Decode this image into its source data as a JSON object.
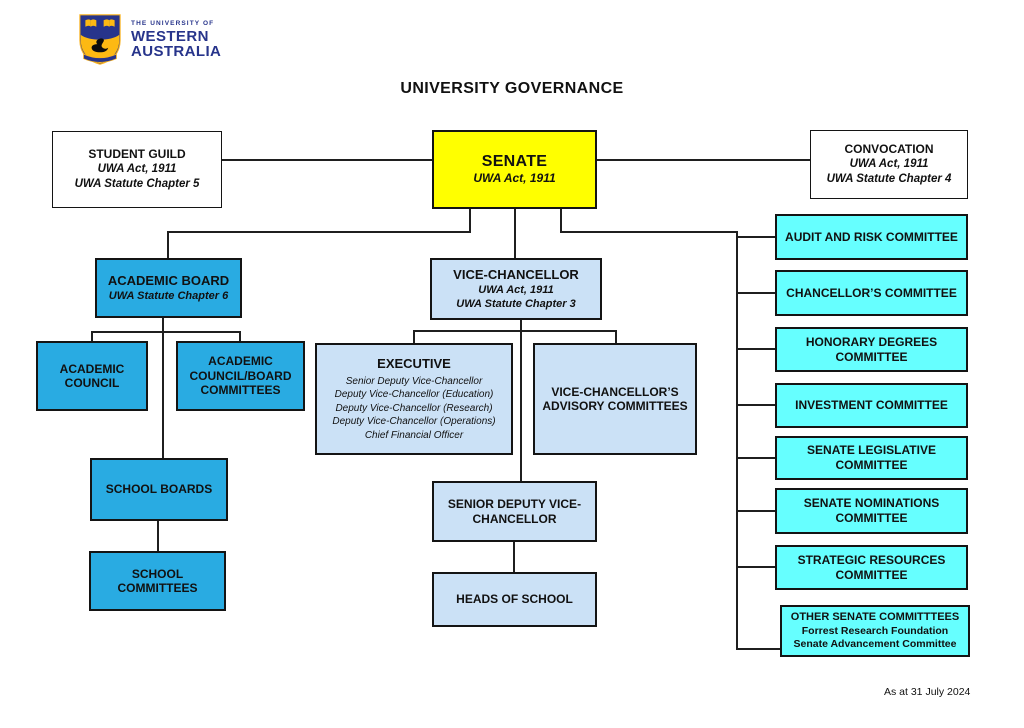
{
  "logo": {
    "line1": "THE UNIVERSITY OF",
    "line2": "WESTERN",
    "line3": "AUSTRALIA"
  },
  "title": "UNIVERSITY GOVERNANCE",
  "footer": "As at 31 July 2024",
  "colors": {
    "senate_yellow": "#FFFF00",
    "academic_blue": "#29ABE2",
    "executive_light_blue": "#CBE1F6",
    "committee_cyan": "#66FFFF",
    "logo_blue": "#27348B",
    "line_black": "#1F1F1F"
  },
  "nodes": {
    "student_guild": {
      "title": "STUDENT GUILD",
      "sub1": "UWA Act, 1911",
      "sub2": "UWA Statute Chapter 5"
    },
    "senate": {
      "title": "SENATE",
      "sub1": "UWA Act, 1911"
    },
    "convocation": {
      "title": "CONVOCATION",
      "sub1": "UWA Act, 1911",
      "sub2": "UWA Statute Chapter 4"
    },
    "academic_board": {
      "title": "ACADEMIC BOARD",
      "sub1": "UWA Statute Chapter 6"
    },
    "vice_chancellor": {
      "title": "VICE-CHANCELLOR",
      "sub1": "UWA Act, 1911",
      "sub2": "UWA Statute Chapter 3"
    },
    "academic_council": {
      "title": "ACADEMIC COUNCIL"
    },
    "academic_council_board_committees": {
      "title": "ACADEMIC COUNCIL/BOARD COMMITTEES"
    },
    "executive": {
      "title": "EXECUTIVE",
      "members": [
        "Senior Deputy Vice-Chancellor",
        "Deputy Vice-Chancellor (Education)",
        "Deputy Vice-Chancellor (Research)",
        "Deputy Vice-Chancellor (Operations)",
        "Chief Financial Officer"
      ]
    },
    "vc_advisory": {
      "title": "VICE-CHANCELLOR’S ADVISORY COMMITTEES"
    },
    "school_boards": {
      "title": "SCHOOL BOARDS"
    },
    "school_committees": {
      "title": "SCHOOL COMMITTEES"
    },
    "senior_deputy_vc": {
      "title": "SENIOR DEPUTY VICE-CHANCELLOR"
    },
    "heads_of_school": {
      "title": "HEADS OF SCHOOL"
    },
    "other_senate_committees": {
      "title": "OTHER SENATE COMMITTTEES",
      "line1": "Forrest Research Foundation",
      "line2": "Senate Advancement Committee"
    }
  },
  "committees": [
    "AUDIT AND RISK COMMITTEE",
    "CHANCELLOR’S COMMITTEE",
    "HONORARY DEGREES COMMITTEE",
    "INVESTMENT COMMITTEE",
    "SENATE LEGISLATIVE COMMITTEE",
    "SENATE NOMINATIONS COMMITTEE",
    "STRATEGIC RESOURCES COMMITTEE"
  ]
}
